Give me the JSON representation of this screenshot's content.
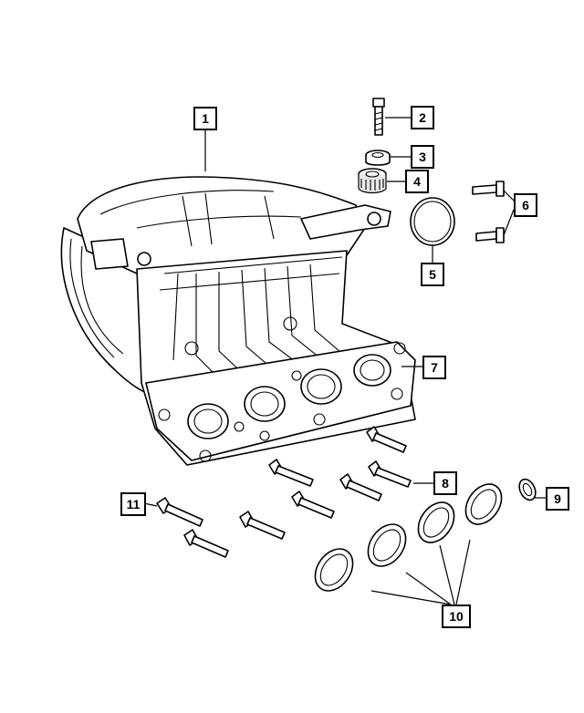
{
  "callouts": {
    "c1": "1",
    "c2": "2",
    "c3": "3",
    "c4": "4",
    "c5": "5",
    "c6": "6",
    "c7": "7",
    "c8": "8",
    "c9": "9",
    "c10": "10",
    "c11": "11"
  },
  "parts": [
    {
      "callout": "1",
      "name": "intake-manifold"
    },
    {
      "callout": "2",
      "name": "flange-bolt"
    },
    {
      "callout": "3",
      "name": "grommet"
    },
    {
      "callout": "4",
      "name": "isolator"
    },
    {
      "callout": "5",
      "name": "o-ring-seal"
    },
    {
      "callout": "6",
      "name": "bolts"
    },
    {
      "callout": "7",
      "name": "lower-intake-flange"
    },
    {
      "callout": "8",
      "name": "bolts"
    },
    {
      "callout": "9",
      "name": "plug"
    },
    {
      "callout": "10",
      "name": "intake-gaskets"
    },
    {
      "callout": "11",
      "name": "bolts"
    }
  ],
  "colors": {
    "line": "#000000",
    "background": "#ffffff"
  }
}
